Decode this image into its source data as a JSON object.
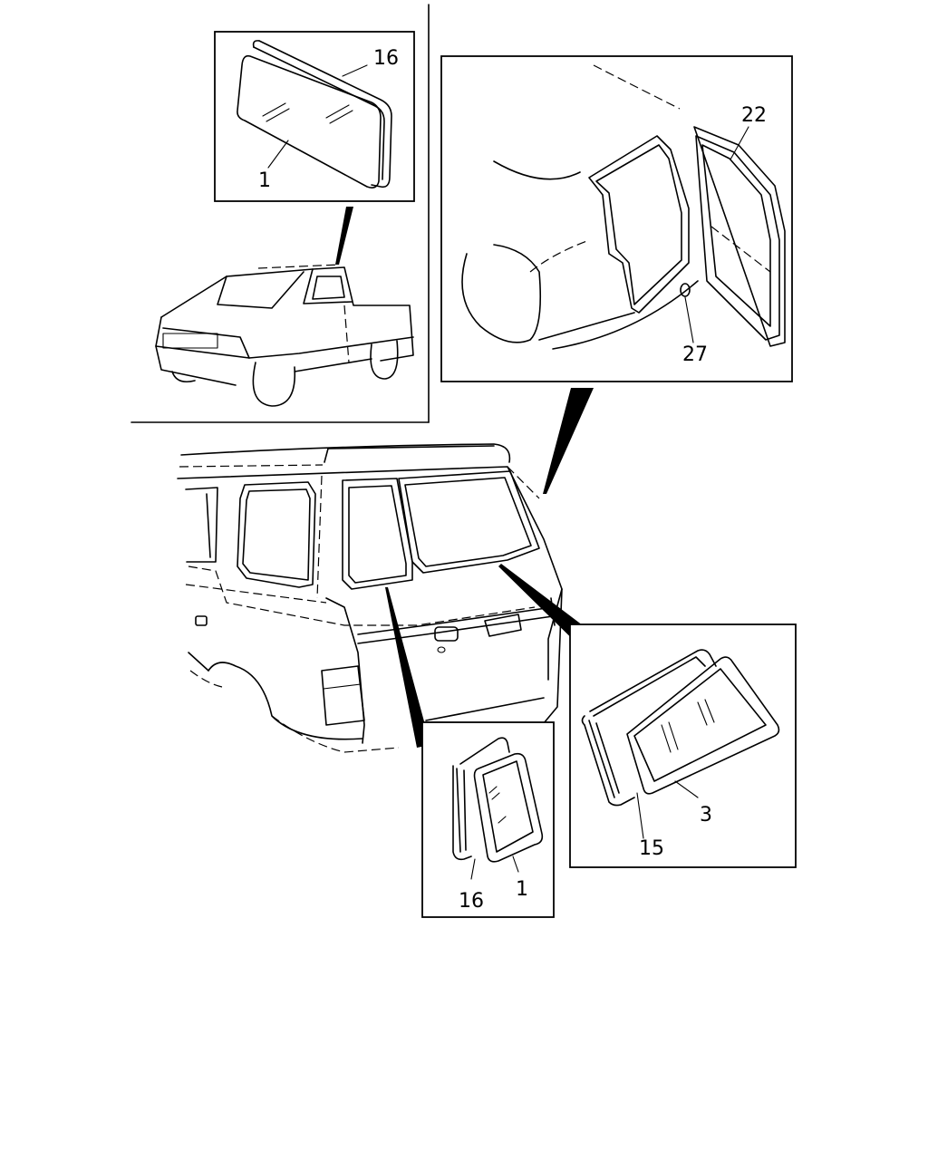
{
  "labels": {
    "pickup_glass_seal": "16",
    "pickup_glass": "1",
    "rear_door_glass_seal": "22",
    "rear_door_fastener": "27",
    "side_glass_seal_lower": "16",
    "side_glass_lower": "1",
    "sliding_glass_seal": "15",
    "sliding_glass": "3"
  }
}
